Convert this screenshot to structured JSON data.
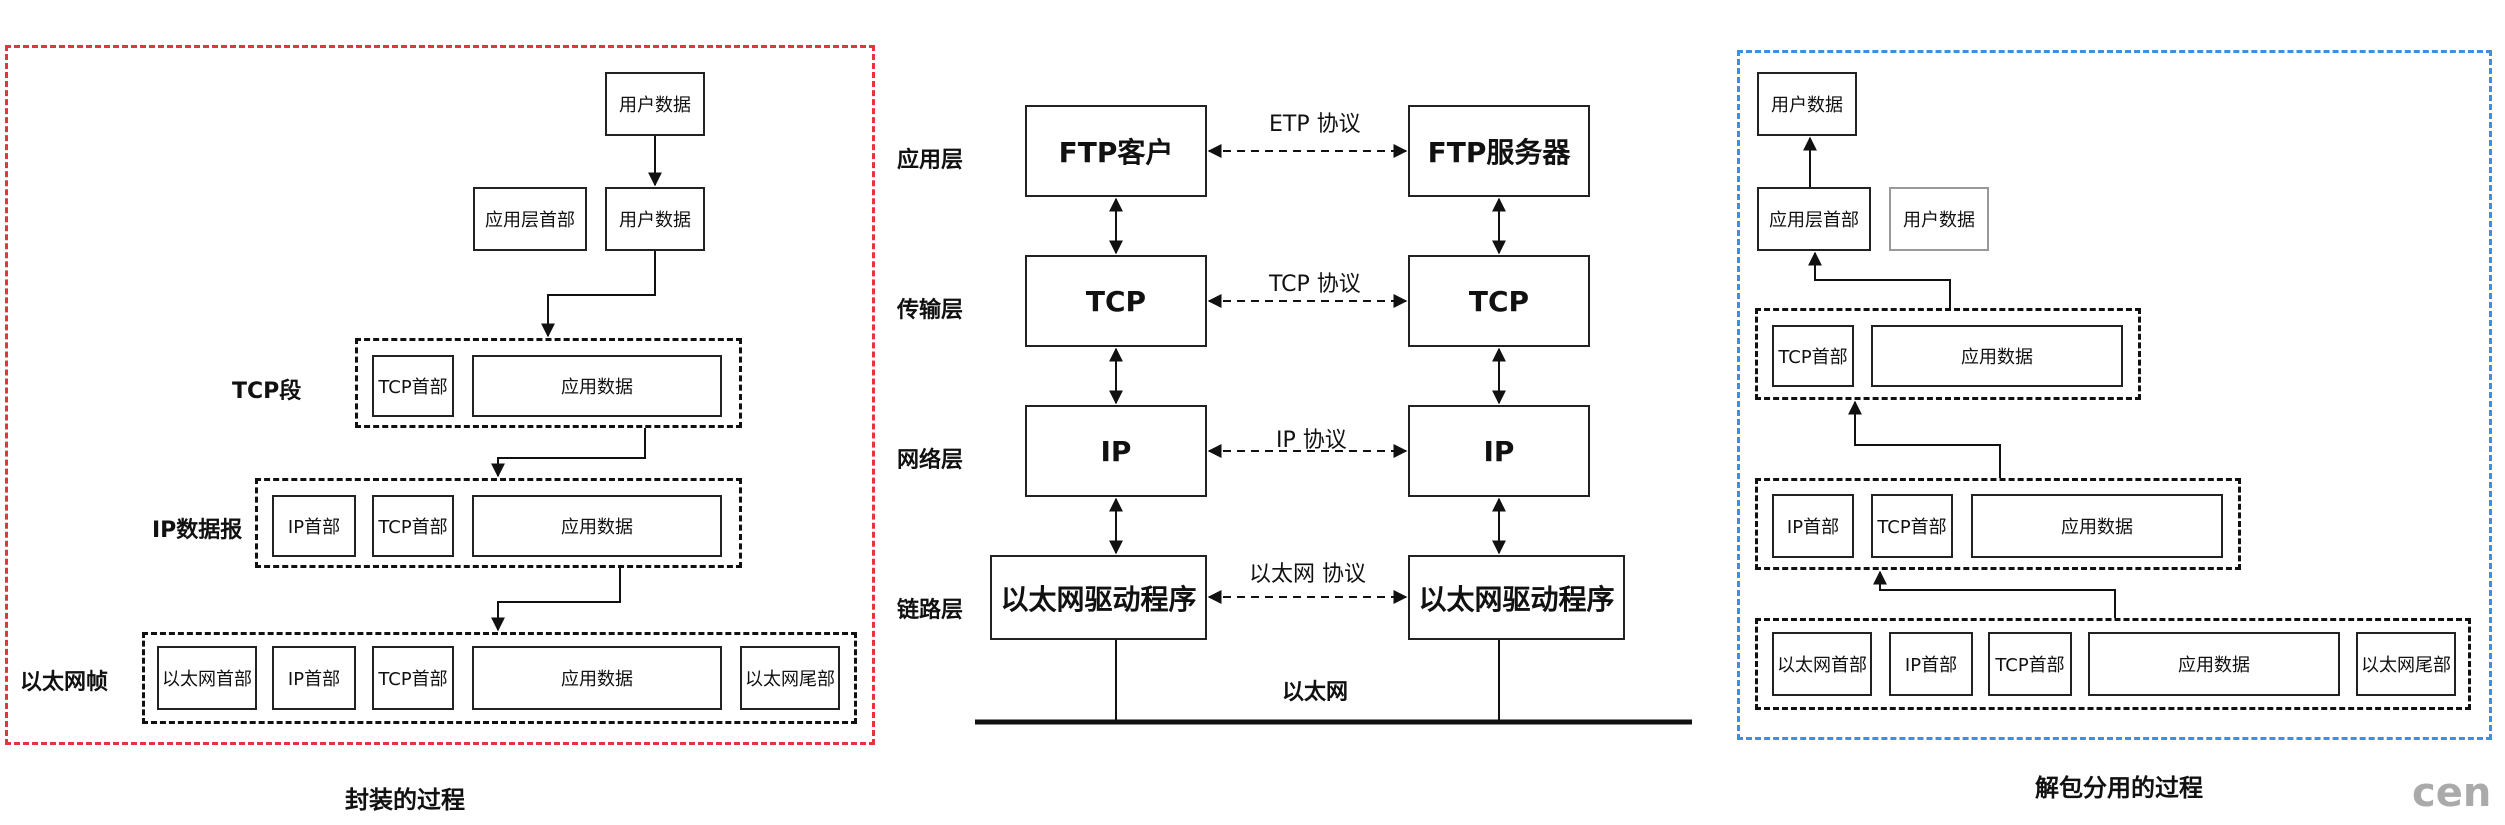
{
  "encapsulation": {
    "title": "封装的过程",
    "border_color": "#e5353b",
    "user_data_top": "用户数据",
    "app_header": "应用层首部",
    "user_data": "用户数据",
    "tcp_segment_label": "TCP段",
    "ip_datagram_label": "IP数据报",
    "ethernet_frame_label": "以太网帧",
    "tcp_header": "TCP首部",
    "app_data": "应用数据",
    "ip_header": "IP首部",
    "eth_header": "以太网首部",
    "eth_trailer": "以太网尾部"
  },
  "protocol_stack": {
    "layers": {
      "application": "应用层",
      "transport": "传输层",
      "network": "网络层",
      "link": "链路层"
    },
    "left": {
      "ftp": "FTP客户",
      "tcp": "TCP",
      "ip": "IP",
      "eth": "以太网驱动程序"
    },
    "right": {
      "ftp": "FTP服务器",
      "tcp": "TCP",
      "ip": "IP",
      "eth": "以太网驱动程序"
    },
    "protocols": {
      "ftp": "ETP 协议",
      "tcp": "TCP 协议",
      "ip": "IP 协议",
      "eth": "以太网 协议"
    },
    "ethernet_label": "以太网"
  },
  "decapsulation": {
    "title": "解包分用的过程",
    "border_color": "#3d8fe0",
    "user_data_top": "用户数据",
    "app_header": "应用层首部",
    "user_data": "用户数据",
    "tcp_header": "TCP首部",
    "app_data": "应用数据",
    "ip_header": "IP首部",
    "eth_header": "以太网首部",
    "eth_trailer": "以太网尾部"
  },
  "watermark": "cen"
}
